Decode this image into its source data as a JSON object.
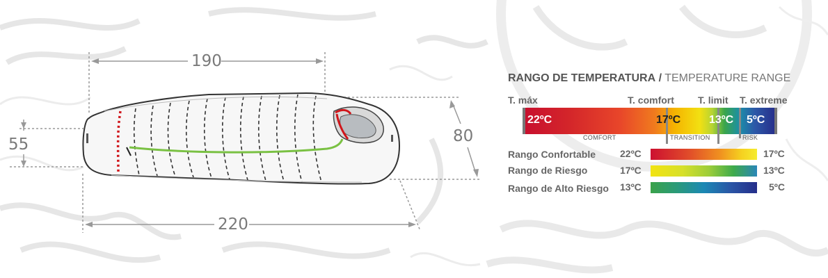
{
  "dimensions": {
    "length_top": "190",
    "length_total": "220",
    "foot_height": "55",
    "head_height": "80"
  },
  "temperature": {
    "title_bold": "RANGO DE TEMPERATURA",
    "title_sep": "/",
    "title_thin": "TEMPERATURE RANGE",
    "headers": {
      "tmax": "T. máx",
      "tcomfort": "T. comfort",
      "tlimit": "T. limit",
      "textreme": "T. extreme"
    },
    "bar_values": {
      "tmax": "22ºC",
      "tcomfort": "17ºC",
      "tlimit": "13ºC",
      "textreme": "5ºC"
    },
    "zones": {
      "comfort": "COMFORT",
      "transition": "TRANSITION",
      "risk": "RISK"
    },
    "ranges": [
      {
        "label": "Rango Confortable",
        "start": "22ºC",
        "end": "17ºC"
      },
      {
        "label": "Rango de Riesgo",
        "start": "17ºC",
        "end": "13ºC"
      },
      {
        "label": "Rango de Alto Riesgo",
        "start": "13ºC",
        "end": "5ºC"
      }
    ],
    "colors": {
      "hot": "#c8102e",
      "warm": "#f5b400",
      "mild": "#3aa54a",
      "cold": "#27308c"
    }
  }
}
